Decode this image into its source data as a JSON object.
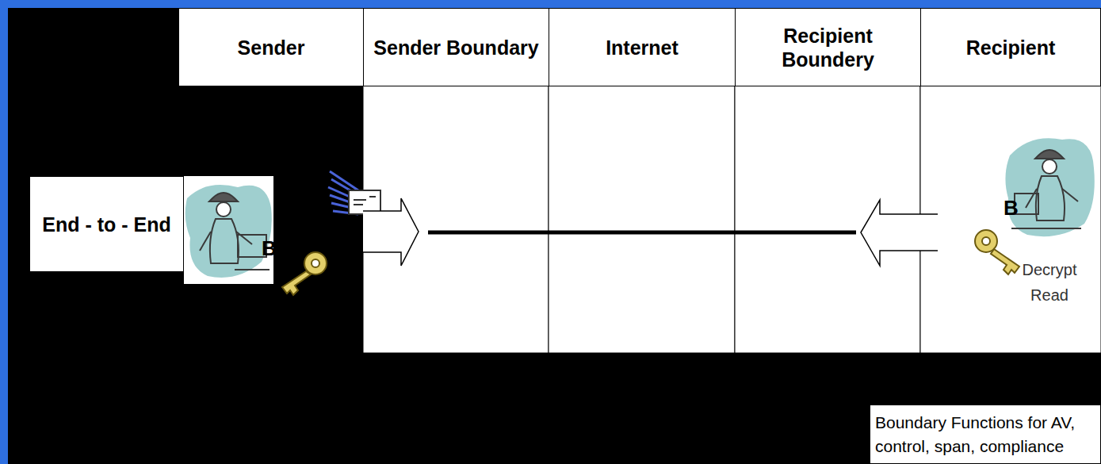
{
  "diagram": {
    "nodes": [
      {
        "text": [
          "Sender"
        ]
      },
      {
        "text": [
          "Sender Boundary"
        ]
      },
      {
        "text": [
          "Internet"
        ]
      },
      {
        "text": [
          "Recipient Boundery"
        ]
      },
      {
        "text": [
          "Recipient"
        ]
      },
      {
        "text": [
          "End - to - End"
        ]
      },
      {
        "text": [
          "Boundary Functions for AV, control, span, compliance"
        ]
      }
    ],
    "labels": [
      "B",
      "B",
      "Decrypt Read"
    ]
  }
}
